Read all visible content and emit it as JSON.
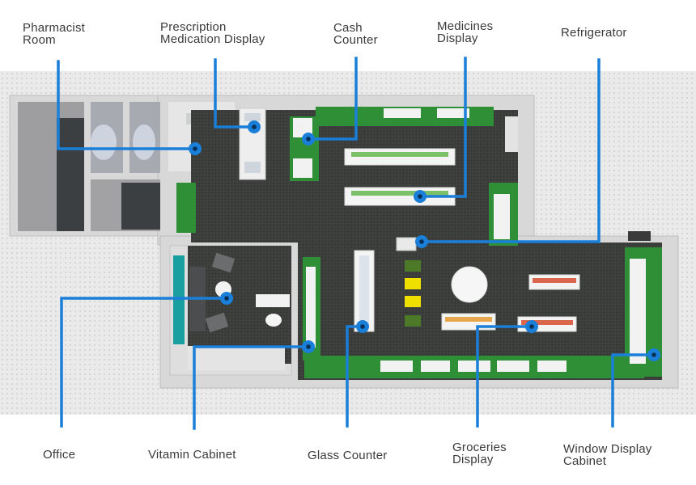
{
  "colors": {
    "callout_blue": "#1a7fd8",
    "shelf_green": "#2f8f36",
    "floor": "#3a3d3a",
    "wall": "#dcdcdc",
    "label_text": "#3a3a3a"
  },
  "labels": {
    "pharmacist_room": [
      "Pharmacist",
      "Room"
    ],
    "prescription_display": [
      "Prescription",
      "Medication Display"
    ],
    "cash_counter": [
      "Cash",
      "Counter"
    ],
    "medicines_display": [
      "Medicines",
      "Display"
    ],
    "refrigerator": [
      "Refrigerator"
    ],
    "office": [
      "Office"
    ],
    "vitamin_cabinet": [
      "Vitamin Cabinet"
    ],
    "glass_counter": [
      "Glass Counter"
    ],
    "groceries_display": [
      "Groceries",
      "Display"
    ],
    "window_display_cabinet": [
      "Window Display",
      "Cabinet"
    ]
  }
}
